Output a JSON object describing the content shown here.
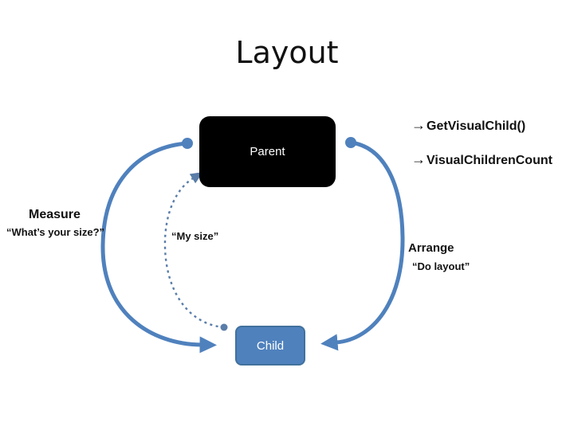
{
  "slide": {
    "title": "Layout",
    "colors": {
      "bg": "#ffffff",
      "accent": "#4f81bd",
      "dashed": "#5a7da9",
      "parent_fill": "#000000",
      "child_border": "#41719c",
      "text": "#111111"
    }
  },
  "api_list": {
    "items": [
      {
        "icon": "right-arrow-icon",
        "glyph": "→",
        "label": "GetVisualChild()"
      },
      {
        "icon": "right-arrow-icon",
        "glyph": "→",
        "label": "VisualChildrenCount"
      }
    ]
  },
  "nodes": {
    "parent": {
      "label": "Parent"
    },
    "child": {
      "label": "Child"
    }
  },
  "annotations": {
    "measure": {
      "title": "Measure",
      "quote": "“What’s your size?”"
    },
    "my_size": {
      "quote": "“My size”"
    },
    "arrange": {
      "title": "Arrange",
      "quote": "“Do layout”"
    }
  },
  "arrows": {
    "measure_arc": {
      "style": "solid",
      "from": "Parent",
      "to": "Child"
    },
    "arrange_arc": {
      "style": "solid",
      "from": "Parent",
      "to": "Child"
    },
    "my_size_arc": {
      "style": "dashed",
      "from": "Child",
      "to": "Parent"
    }
  }
}
